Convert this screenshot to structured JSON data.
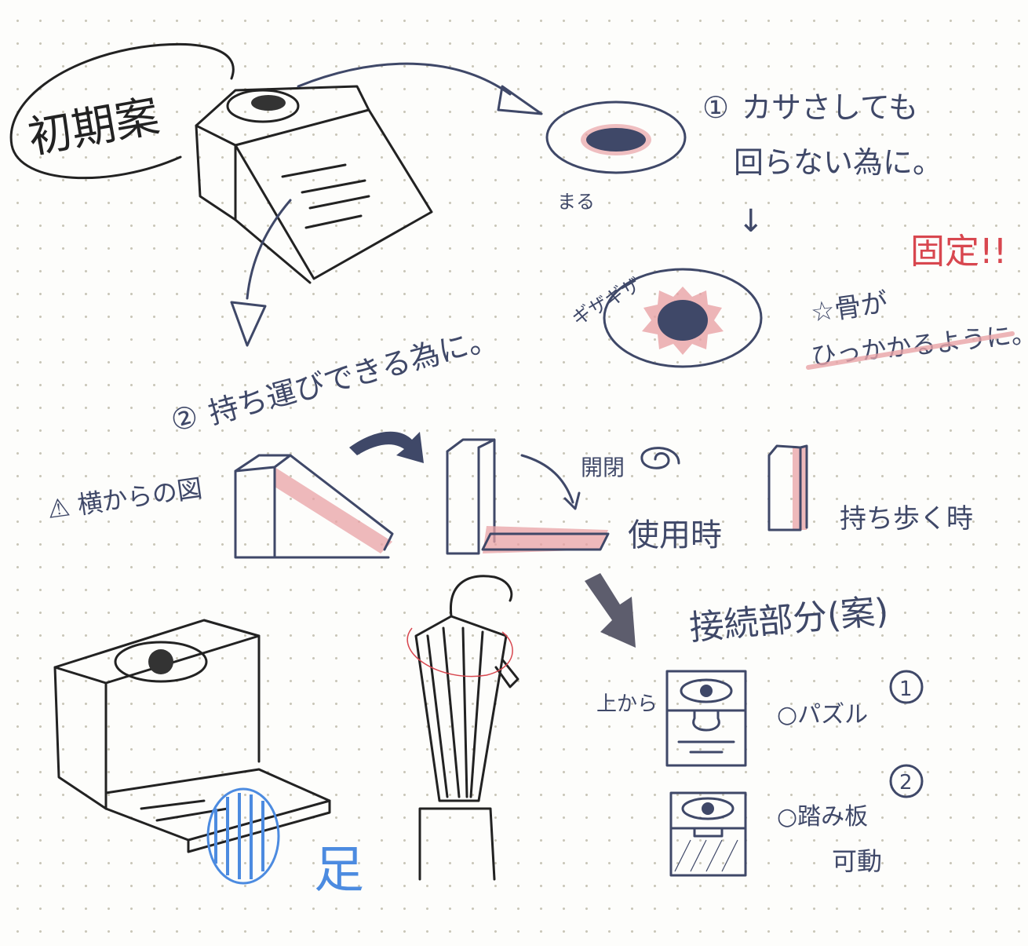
{
  "title": "初期案",
  "section1": {
    "number": "①",
    "line1": "カサさしても",
    "line2": "回らない為に。",
    "arrow": "↓",
    "round_label": "まる",
    "fixed_label": "固定!!",
    "serrated_label": "ギザギザ",
    "note_line1": "☆骨が",
    "note_line2": "ひっかかるように。"
  },
  "section2": {
    "number": "②",
    "heading": "持ち運びできる為に。",
    "side_view_label": "⚠ 横からの図",
    "open_close_label": "開閉",
    "in_use_label": "使用時",
    "carrying_label": "持ち歩く時"
  },
  "connection": {
    "heading": "接続部分(案)",
    "from_above_label": "上から",
    "options": [
      {
        "number": "1",
        "label": "○パズル"
      },
      {
        "number": "2",
        "label": "○踏み板",
        "sub": "可動"
      }
    ]
  },
  "foot_label": "足",
  "colors": {
    "ink": "#3f4868",
    "pencil": "#222222",
    "pink": "#e8a2a6",
    "red": "#d8474f",
    "blue": "#4c8be0"
  }
}
